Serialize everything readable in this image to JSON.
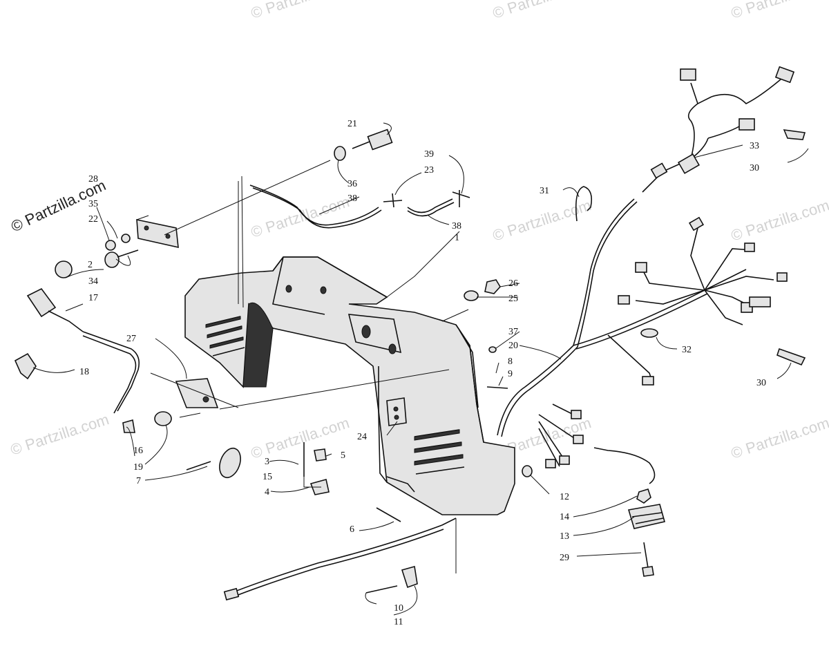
{
  "watermark_text": "© Partzilla.com",
  "callouts": [
    "1",
    "2",
    "3",
    "4",
    "5",
    "6",
    "7",
    "8",
    "9",
    "10",
    "11",
    "12",
    "13",
    "14",
    "15",
    "16",
    "17",
    "18",
    "19",
    "20",
    "21",
    "22",
    "23",
    "24",
    "25",
    "26",
    "27",
    "28",
    "29",
    "30",
    "30",
    "31",
    "32",
    "33",
    "34",
    "35",
    "36",
    "37",
    "38",
    "38",
    "39"
  ]
}
